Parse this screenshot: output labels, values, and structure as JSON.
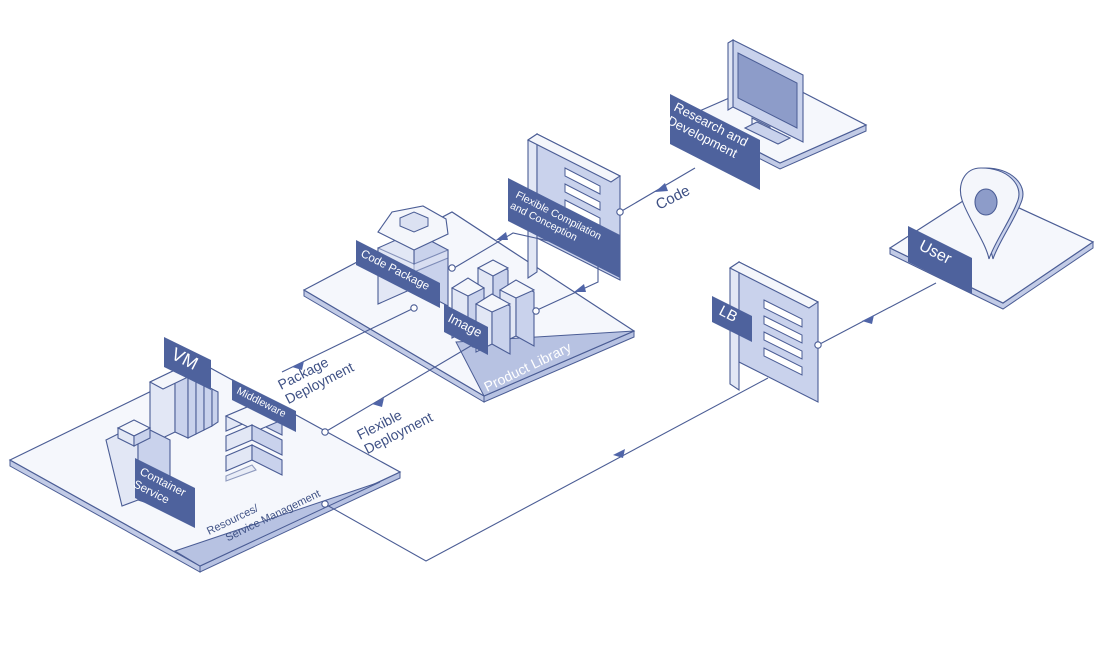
{
  "nodes": {
    "research": "Research and\nDevelopment",
    "compile": "Flexible Compilation\nand Conception",
    "code_package": "Code Package",
    "image": "Image",
    "product_library": "Product Library",
    "vm": "VM",
    "middleware": "Middleware",
    "container": "Container\nService",
    "resources": "Resources/\nService Management",
    "lb": "LB",
    "user": "User"
  },
  "flows": {
    "code": "Code",
    "package_deployment": "Package\nDeployment",
    "flexible_deployment": "Flexible\nDeployment"
  },
  "colors": {
    "accent": "#4e629d",
    "line": "#4b5d95",
    "plate": "#f5f7fc"
  }
}
